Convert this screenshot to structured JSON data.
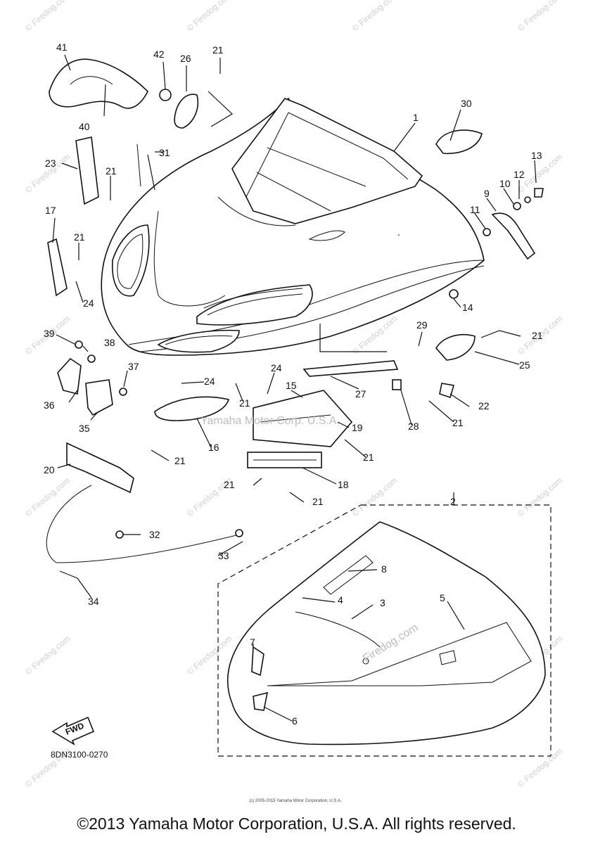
{
  "diagram": {
    "callouts": [
      {
        "id": "c1",
        "text": "1"
      },
      {
        "id": "c2",
        "text": "2"
      },
      {
        "id": "c3",
        "text": "3"
      },
      {
        "id": "c4",
        "text": "4"
      },
      {
        "id": "c5",
        "text": "5"
      },
      {
        "id": "c6",
        "text": "6"
      },
      {
        "id": "c7",
        "text": "7"
      },
      {
        "id": "c8",
        "text": "8"
      },
      {
        "id": "c9",
        "text": "9"
      },
      {
        "id": "c10",
        "text": "10"
      },
      {
        "id": "c11",
        "text": "11"
      },
      {
        "id": "c12",
        "text": "12"
      },
      {
        "id": "c13",
        "text": "13"
      },
      {
        "id": "c14",
        "text": "14"
      },
      {
        "id": "c15",
        "text": "15"
      },
      {
        "id": "c16",
        "text": "16"
      },
      {
        "id": "c17",
        "text": "17"
      },
      {
        "id": "c18",
        "text": "18"
      },
      {
        "id": "c19",
        "text": "19"
      },
      {
        "id": "c20",
        "text": "20"
      },
      {
        "id": "c21",
        "text": "21"
      },
      {
        "id": "c22",
        "text": "22"
      },
      {
        "id": "c23",
        "text": "23"
      },
      {
        "id": "c24",
        "text": "24"
      },
      {
        "id": "c25",
        "text": "25"
      },
      {
        "id": "c26",
        "text": "26"
      },
      {
        "id": "c27",
        "text": "27"
      },
      {
        "id": "c28",
        "text": "28"
      },
      {
        "id": "c29",
        "text": "29"
      },
      {
        "id": "c30",
        "text": "30"
      },
      {
        "id": "c31",
        "text": "31"
      },
      {
        "id": "c32",
        "text": "32"
      },
      {
        "id": "c33",
        "text": "33"
      },
      {
        "id": "c34",
        "text": "34"
      },
      {
        "id": "c35",
        "text": "35"
      },
      {
        "id": "c36",
        "text": "36"
      },
      {
        "id": "c37",
        "text": "37"
      },
      {
        "id": "c38",
        "text": "38"
      },
      {
        "id": "c39",
        "text": "39"
      },
      {
        "id": "c40",
        "text": "40"
      },
      {
        "id": "c41",
        "text": "41"
      },
      {
        "id": "c42",
        "text": "42"
      }
    ],
    "fwd_label": "FWD",
    "diagram_code": "8DN3100-0270",
    "center_mark": "Yamaha Motor Corp. U.S.A.",
    "inner_mark": "Firedog.com",
    "watermark": "© Firedog.com"
  },
  "footer": {
    "copyright": "©2013 Yamaha Motor Corporation, U.S.A. All rights reserved.",
    "small_print": "(c) 2005-2015 Yamaha Motor Corporation, U.S.A."
  }
}
